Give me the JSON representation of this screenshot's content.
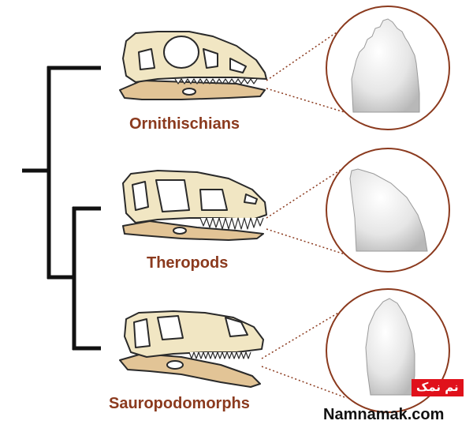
{
  "groups": [
    {
      "label": "Ornithischians"
    },
    {
      "label": "Theropods"
    },
    {
      "label": "Sauropodomorphs"
    }
  ],
  "watermark": {
    "badge_text": "نم نمک",
    "site_text": "Namnamak.com"
  },
  "colors": {
    "branch": "#111111",
    "label": "#8b3a1e",
    "skull_fill": "#f1e6c3",
    "jaw_fill": "#e2c496",
    "outline": "#2a2a2a",
    "circle_border": "#8b3a1e",
    "leader": "#8b3a1e",
    "tooth": "#e4e4e4",
    "badge": "#e0111b"
  }
}
